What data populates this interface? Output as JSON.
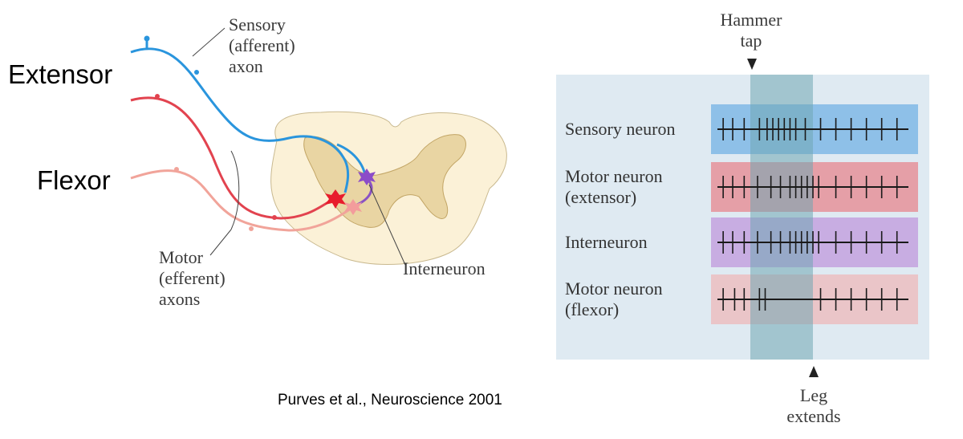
{
  "left_panel": {
    "muscle_labels": {
      "extensor": "Extensor",
      "flexor": "Flexor"
    },
    "sensory_axon_label": [
      "Sensory",
      "(afferent)",
      "axon"
    ],
    "motor_axons_label": [
      "Motor",
      "(efferent)",
      "axons"
    ],
    "interneuron_label": "Interneuron",
    "citation": "Purves et al., Neuroscience 2001"
  },
  "right_panel": {
    "hammer_label": [
      "Hammer",
      "tap"
    ],
    "leg_label": [
      "Leg",
      "extends"
    ],
    "traces": [
      {
        "name": "Sensory neuron",
        "lines": [
          "Sensory neuron"
        ],
        "color": "#4a9de0",
        "spikes": [
          0.03,
          0.08,
          0.14,
          0.22,
          0.26,
          0.29,
          0.32,
          0.35,
          0.38,
          0.41,
          0.46,
          0.54,
          0.62,
          0.7,
          0.78,
          0.86,
          0.94
        ]
      },
      {
        "name": "Motor neuron (extensor)",
        "lines": [
          "Motor neuron",
          "(extensor)"
        ],
        "color": "#e9606a",
        "spikes": [
          0.03,
          0.08,
          0.14,
          0.21,
          0.28,
          0.33,
          0.38,
          0.41,
          0.44,
          0.47,
          0.5,
          0.53,
          0.62,
          0.7,
          0.78,
          0.86,
          0.94
        ]
      },
      {
        "name": "Interneuron",
        "lines": [
          "Interneuron"
        ],
        "color": "#b57ad6",
        "spikes": [
          0.03,
          0.08,
          0.14,
          0.21,
          0.28,
          0.33,
          0.38,
          0.41,
          0.44,
          0.47,
          0.5,
          0.53,
          0.62,
          0.7,
          0.78,
          0.86,
          0.94
        ]
      },
      {
        "name": "Motor neuron (flexor)",
        "lines": [
          "Motor neuron",
          "(flexor)"
        ],
        "color": "#f3a6a6",
        "spikes": [
          0.03,
          0.09,
          0.14,
          0.22,
          0.25,
          0.54,
          0.62,
          0.7,
          0.78,
          0.86,
          0.94
        ]
      }
    ],
    "colors": {
      "panel_bg": "#dfeaf2",
      "stimulus_band": "#6fa6b3"
    }
  }
}
